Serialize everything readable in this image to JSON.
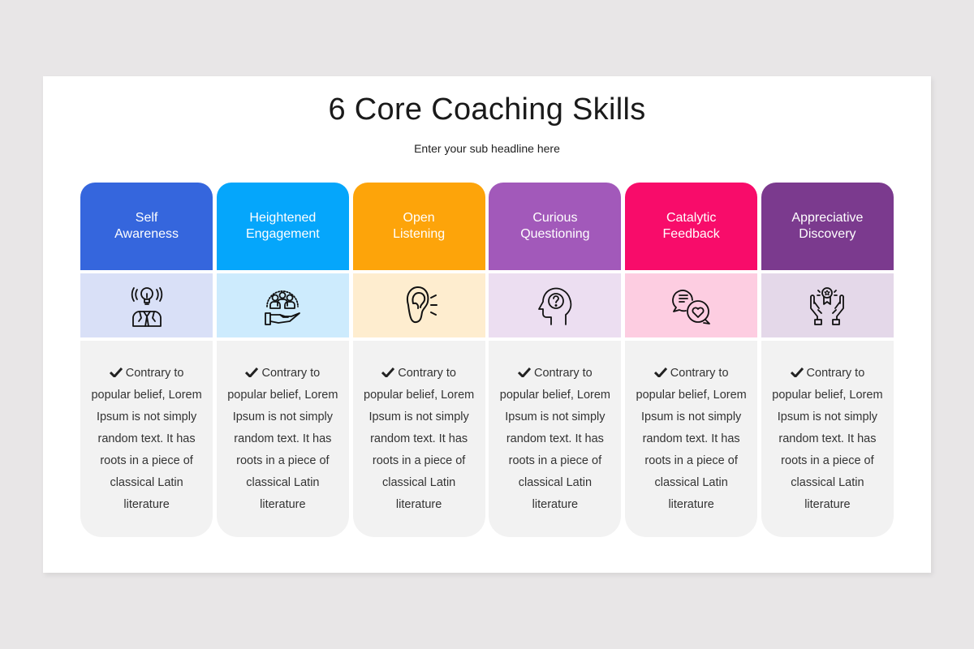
{
  "slide": {
    "title": "6 Core Coaching Skills",
    "subtitle": "Enter your sub headline here"
  },
  "columns": [
    {
      "title": "Self\nAwareness",
      "icon": "lightbulb-person-icon",
      "header_color": "#3566dd",
      "icon_bg": "#d9e0f7",
      "body": "Contrary to popular belief, Lorem Ipsum is not simply random text. It has roots in a piece of classical Latin literature"
    },
    {
      "title": "Heightened\nEngagement",
      "icon": "team-hand-icon",
      "header_color": "#05a6fb",
      "icon_bg": "#cdebfd",
      "body": "Contrary to popular belief, Lorem Ipsum is not simply random text. It has roots in a piece of classical Latin literature"
    },
    {
      "title": "Open\nListening",
      "icon": "ear-icon",
      "header_color": "#fda40a",
      "icon_bg": "#feedcf",
      "body": "Contrary to popular belief, Lorem Ipsum is not simply random text. It has roots in a piece of classical Latin literature"
    },
    {
      "title": "Curious\nQuestioning",
      "icon": "head-question-icon",
      "header_color": "#a259ba",
      "icon_bg": "#ecdef1",
      "body": "Contrary to popular belief, Lorem Ipsum is not simply random text. It has roots in a piece of classical Latin literature"
    },
    {
      "title": "Catalytic\nFeedback",
      "icon": "chat-heart-icon",
      "header_color": "#f80c6a",
      "icon_bg": "#fdcde1",
      "body": "Contrary to popular belief, Lorem Ipsum is not simply random text. It has roots in a piece of classical Latin literature"
    },
    {
      "title": "Appreciative\nDiscovery",
      "icon": "hands-award-icon",
      "header_color": "#7b3a8e",
      "icon_bg": "#e4d8e9",
      "body": "Contrary to popular belief, Lorem Ipsum is not simply random text. It has roots in a piece of classical Latin literature"
    }
  ]
}
